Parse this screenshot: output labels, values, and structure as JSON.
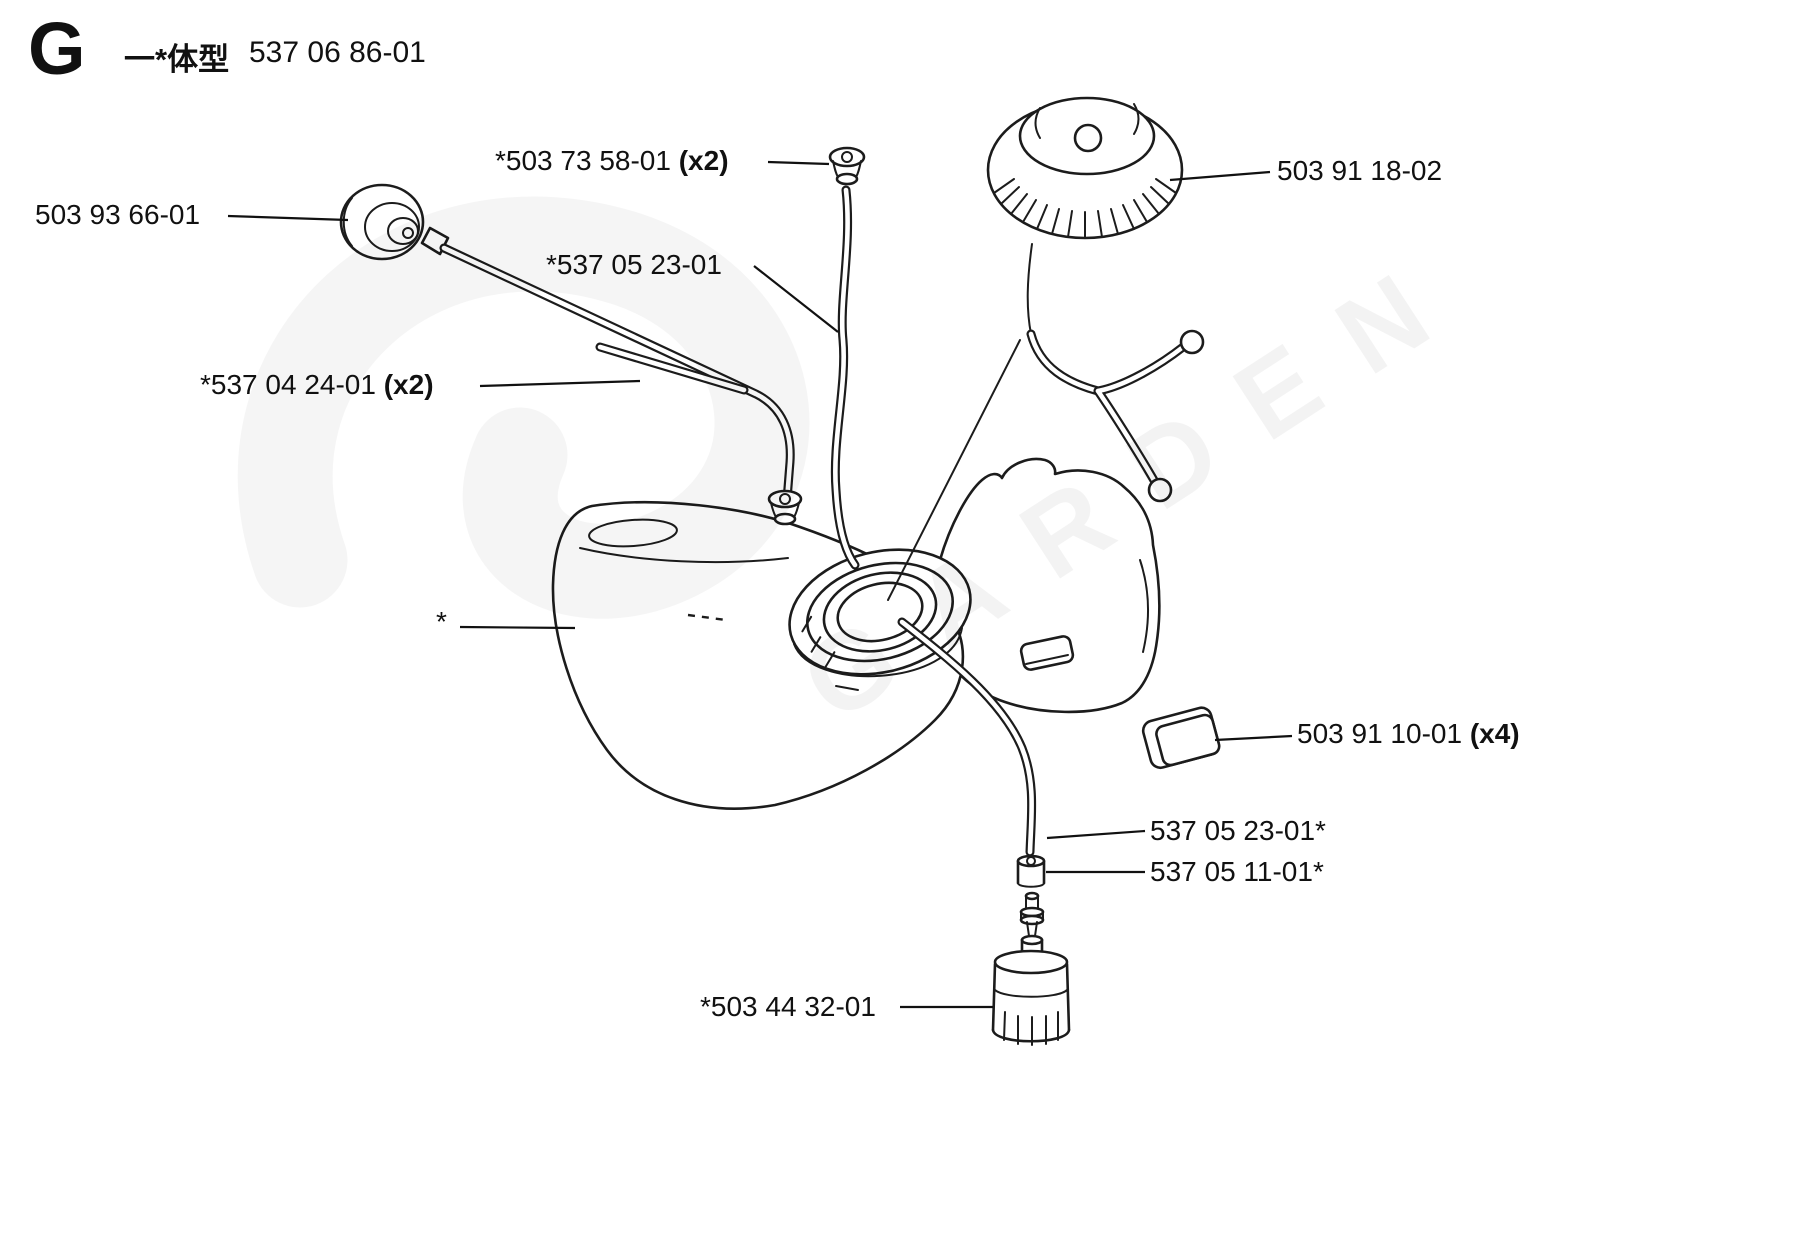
{
  "header": {
    "section_letter": "G",
    "model_label": "一*体型",
    "document_number": "537 06 86-01"
  },
  "watermark": {
    "text": "GARDEN"
  },
  "parts_labels": [
    {
      "text": "503 93 66-01",
      "bold": ""
    },
    {
      "text": "*503 73 58-01 ",
      "bold": "(x2)"
    },
    {
      "text": "*537 05 23-01",
      "bold": ""
    },
    {
      "text": "503 91 18-02",
      "bold": ""
    },
    {
      "text": "*537 04 24-01 ",
      "bold": "(x2)"
    },
    {
      "text": "*",
      "bold": ""
    },
    {
      "text": "503 91 10-01 ",
      "bold": "(x4)"
    },
    {
      "text": "537 05 23-01*",
      "bold": ""
    },
    {
      "text": "537 05 11-01*",
      "bold": ""
    },
    {
      "text": "*503 44 32-01",
      "bold": ""
    }
  ]
}
